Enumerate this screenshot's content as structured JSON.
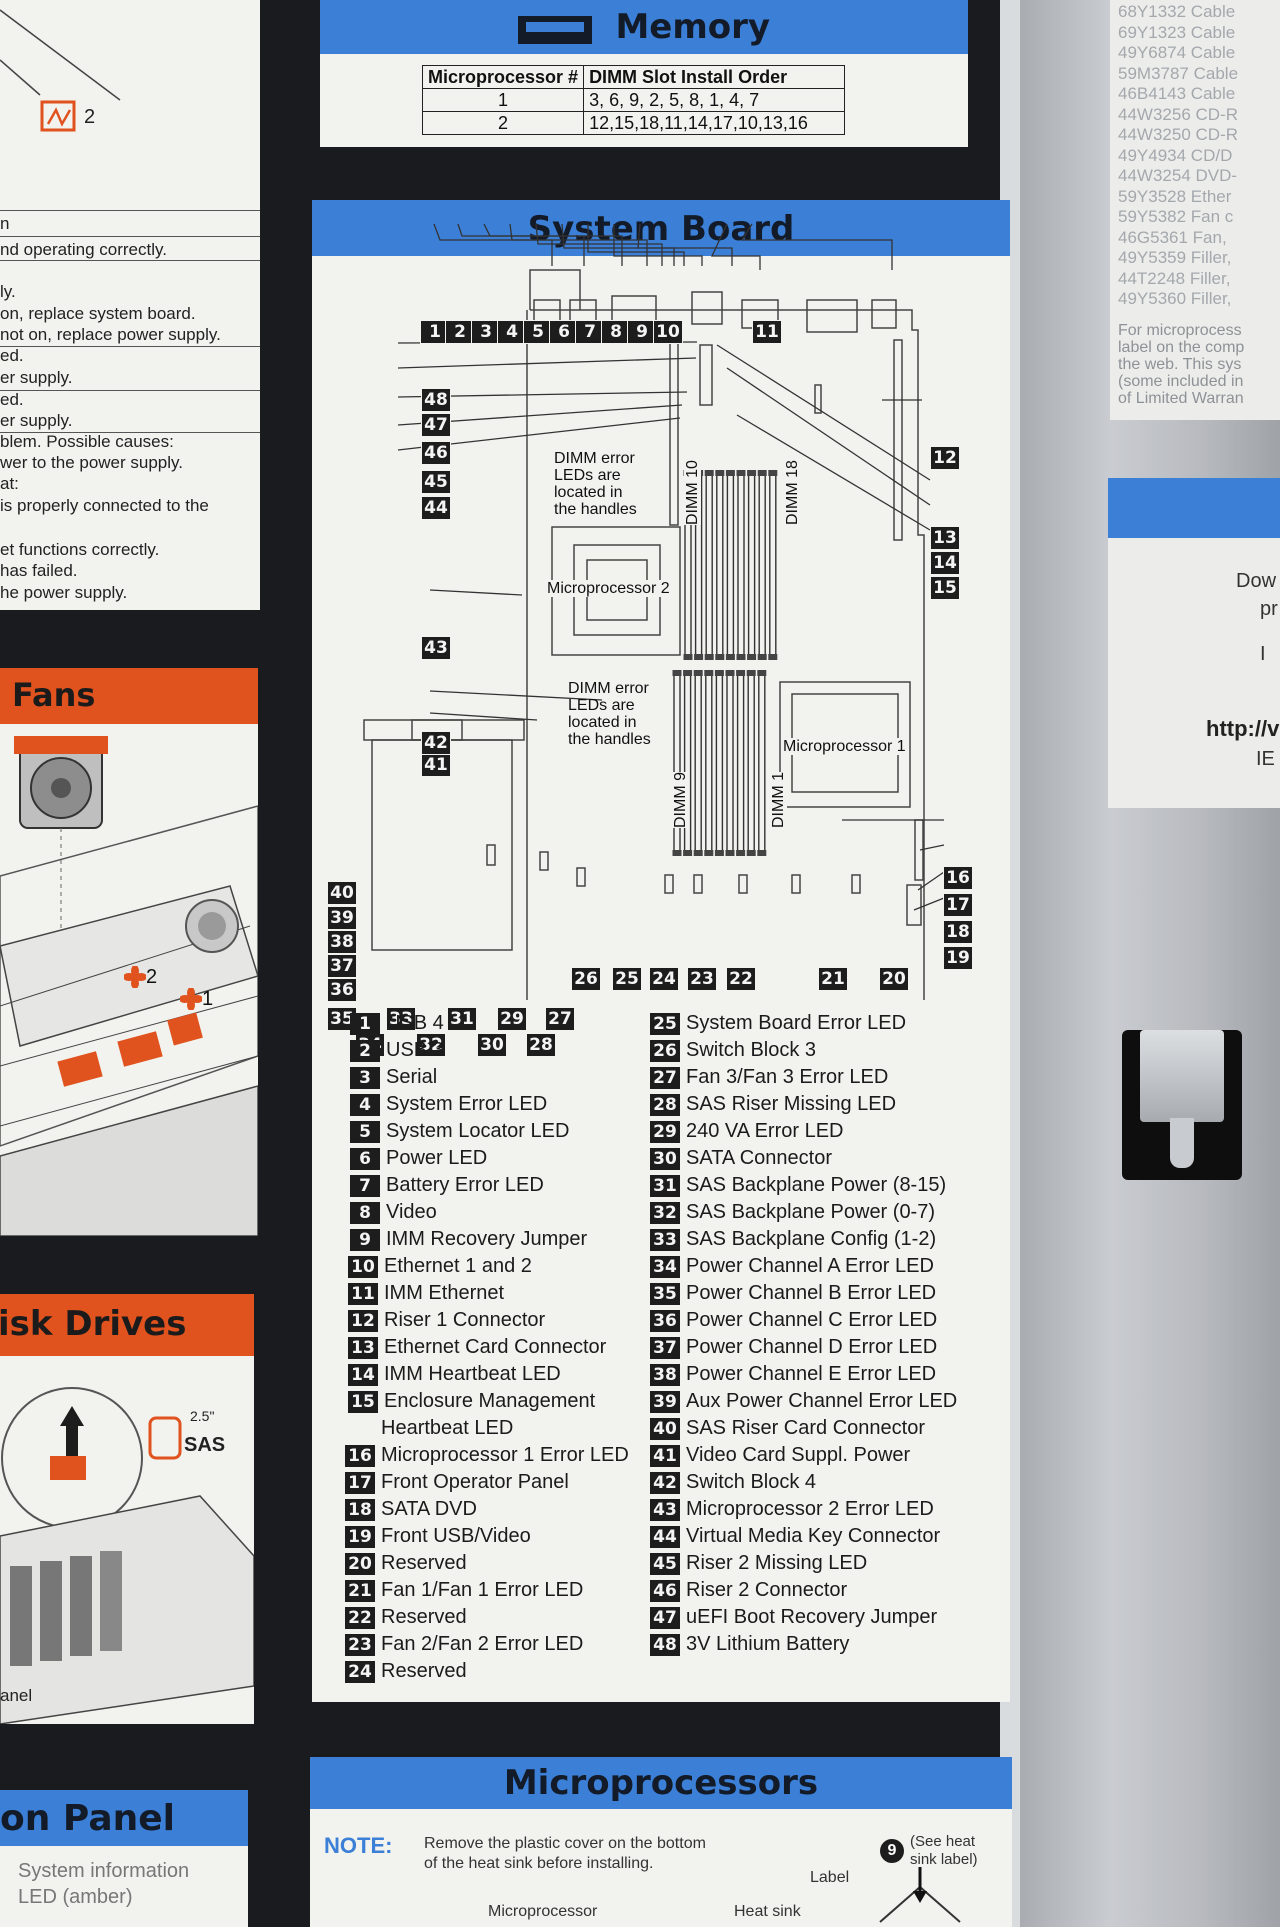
{
  "memory": {
    "title": "Memory",
    "table_headers": [
      "Microprocessor #",
      "DIMM Slot Install Order"
    ],
    "rows": [
      {
        "cpu": "1",
        "order": "3, 6, 9, 2, 5, 8, 1, 4, 7"
      },
      {
        "cpu": "2",
        "order": "12,15,18,11,14,17,10,13,16"
      }
    ]
  },
  "system_board": {
    "title": "System Board",
    "notes": {
      "dimm_error_top": [
        "DIMM error",
        "LEDs are",
        "located in",
        "the handles"
      ],
      "dimm_error_bottom": [
        "DIMM error",
        "LEDs are",
        "located in",
        "the handles"
      ],
      "cpu2": "Microprocessor 2",
      "cpu1": "Microprocessor 1",
      "dimm10": "DIMM 10",
      "dimm18": "DIMM 18",
      "dimm9": "DIMM 9",
      "dimm1": "DIMM 1"
    },
    "callouts": [
      "1",
      "2",
      "3",
      "4",
      "5",
      "6",
      "7",
      "8",
      "9",
      "10",
      "11",
      "12",
      "13",
      "14",
      "15",
      "16",
      "17",
      "18",
      "19",
      "20",
      "21",
      "22",
      "23",
      "24",
      "25",
      "26",
      "27",
      "28",
      "29",
      "30",
      "31",
      "32",
      "33",
      "34",
      "35",
      "36",
      "37",
      "38",
      "39",
      "40",
      "41",
      "42",
      "43",
      "44",
      "45",
      "46",
      "47",
      "48"
    ],
    "legend": [
      {
        "n": "1",
        "label": "USB 4"
      },
      {
        "n": "2",
        "label": "USB 3"
      },
      {
        "n": "3",
        "label": "Serial"
      },
      {
        "n": "4",
        "label": "System Error LED"
      },
      {
        "n": "5",
        "label": "System Locator LED"
      },
      {
        "n": "6",
        "label": "Power LED"
      },
      {
        "n": "7",
        "label": "Battery Error LED"
      },
      {
        "n": "8",
        "label": "Video"
      },
      {
        "n": "9",
        "label": "IMM Recovery Jumper"
      },
      {
        "n": "10",
        "label": "Ethernet 1 and 2"
      },
      {
        "n": "11",
        "label": "IMM Ethernet"
      },
      {
        "n": "12",
        "label": "Riser 1 Connector"
      },
      {
        "n": "13",
        "label": "Ethernet Card Connector"
      },
      {
        "n": "14",
        "label": "IMM Heartbeat LED"
      },
      {
        "n": "15",
        "label": "Enclosure Management"
      },
      {
        "n": "",
        "label": "Heartbeat LED"
      },
      {
        "n": "16",
        "label": "Microprocessor 1 Error LED"
      },
      {
        "n": "17",
        "label": "Front Operator Panel"
      },
      {
        "n": "18",
        "label": "SATA DVD"
      },
      {
        "n": "19",
        "label": "Front USB/Video"
      },
      {
        "n": "20",
        "label": "Reserved"
      },
      {
        "n": "21",
        "label": "Fan 1/Fan 1 Error LED"
      },
      {
        "n": "22",
        "label": "Reserved"
      },
      {
        "n": "23",
        "label": "Fan 2/Fan 2 Error LED"
      },
      {
        "n": "24",
        "label": "Reserved"
      },
      {
        "n": "25",
        "label": "System Board Error LED"
      },
      {
        "n": "26",
        "label": "Switch Block 3"
      },
      {
        "n": "27",
        "label": "Fan 3/Fan 3 Error LED"
      },
      {
        "n": "28",
        "label": "SAS Riser Missing LED"
      },
      {
        "n": "29",
        "label": "240 VA Error LED"
      },
      {
        "n": "30",
        "label": "SATA Connector"
      },
      {
        "n": "31",
        "label": "SAS Backplane Power (8-15)"
      },
      {
        "n": "32",
        "label": "SAS Backplane Power (0-7)"
      },
      {
        "n": "33",
        "label": "SAS Backplane Config (1-2)"
      },
      {
        "n": "34",
        "label": "Power Channel A Error LED"
      },
      {
        "n": "35",
        "label": "Power Channel B Error LED"
      },
      {
        "n": "36",
        "label": "Power Channel C Error LED"
      },
      {
        "n": "37",
        "label": "Power Channel D Error LED"
      },
      {
        "n": "38",
        "label": "Power Channel E Error LED"
      },
      {
        "n": "39",
        "label": "Aux Power Channel Error LED"
      },
      {
        "n": "40",
        "label": "SAS Riser Card Connector"
      },
      {
        "n": "41",
        "label": "Video Card Suppl. Power"
      },
      {
        "n": "42",
        "label": "Switch Block 4"
      },
      {
        "n": "43",
        "label": "Microprocessor 2 Error LED"
      },
      {
        "n": "44",
        "label": "Virtual Media Key Connector"
      },
      {
        "n": "45",
        "label": "Riser 2 Missing LED"
      },
      {
        "n": "46",
        "label": "Riser 2 Connector"
      },
      {
        "n": "47",
        "label": "uEFI Boot Recovery Jumper"
      },
      {
        "n": "48",
        "label": "3V Lithium Battery"
      }
    ]
  },
  "microprocessors": {
    "title": "Microprocessors",
    "note_label": "NOTE:",
    "note_text": [
      "Remove the plastic cover on the bottom",
      "of the heat sink before installing."
    ],
    "see_label": [
      "(See heat",
      "sink label)"
    ],
    "step": "9",
    "labels": [
      "Label",
      "Microprocessor",
      "Heat sink"
    ]
  },
  "left_column": {
    "power_lines": [
      "n",
      "nd operating correctly.",
      "ly.",
      "on, replace system board.",
      "not on, replace power supply.",
      "ed.",
      "er supply.",
      "ed.",
      "er supply.",
      "blem.  Possible causes:",
      "wer to the power supply.",
      "at:",
      " is properly connected to the",
      "",
      "et functions correctly.",
      " has failed.",
      "he power supply."
    ],
    "fan_badge": "2",
    "fans_title": "Fans",
    "fan_labels": [
      "2",
      "1"
    ],
    "disk_title": "isk Drives",
    "disk_badge": "2.5\"",
    "disk_sas": "SAS",
    "disk_panel": "anel",
    "panel_title": "on Panel",
    "panel_sub": [
      "System information",
      "LED (amber)"
    ]
  },
  "right_side": {
    "parts": [
      "68Y1332  Cable",
      "69Y1323  Cable",
      "49Y6874  Cable",
      "59M3787  Cable",
      "46B4143  Cable",
      "44W3256  CD-R",
      "44W3250  CD-R",
      "49Y4934  CD/D",
      "44W3254  DVD-",
      "59Y3528  Ether",
      "59Y5382  Fan c",
      "46G5361  Fan,",
      "49Y5359  Filler,",
      "44T2248  Filler,",
      "49Y5360  Filler,"
    ],
    "para": [
      "For microprocess",
      "label on the comp",
      "the web. This sys",
      "(some included in",
      "of Limited Warran"
    ],
    "box": [
      "Dow",
      "pr",
      "I",
      "http://v",
      "IE"
    ]
  }
}
